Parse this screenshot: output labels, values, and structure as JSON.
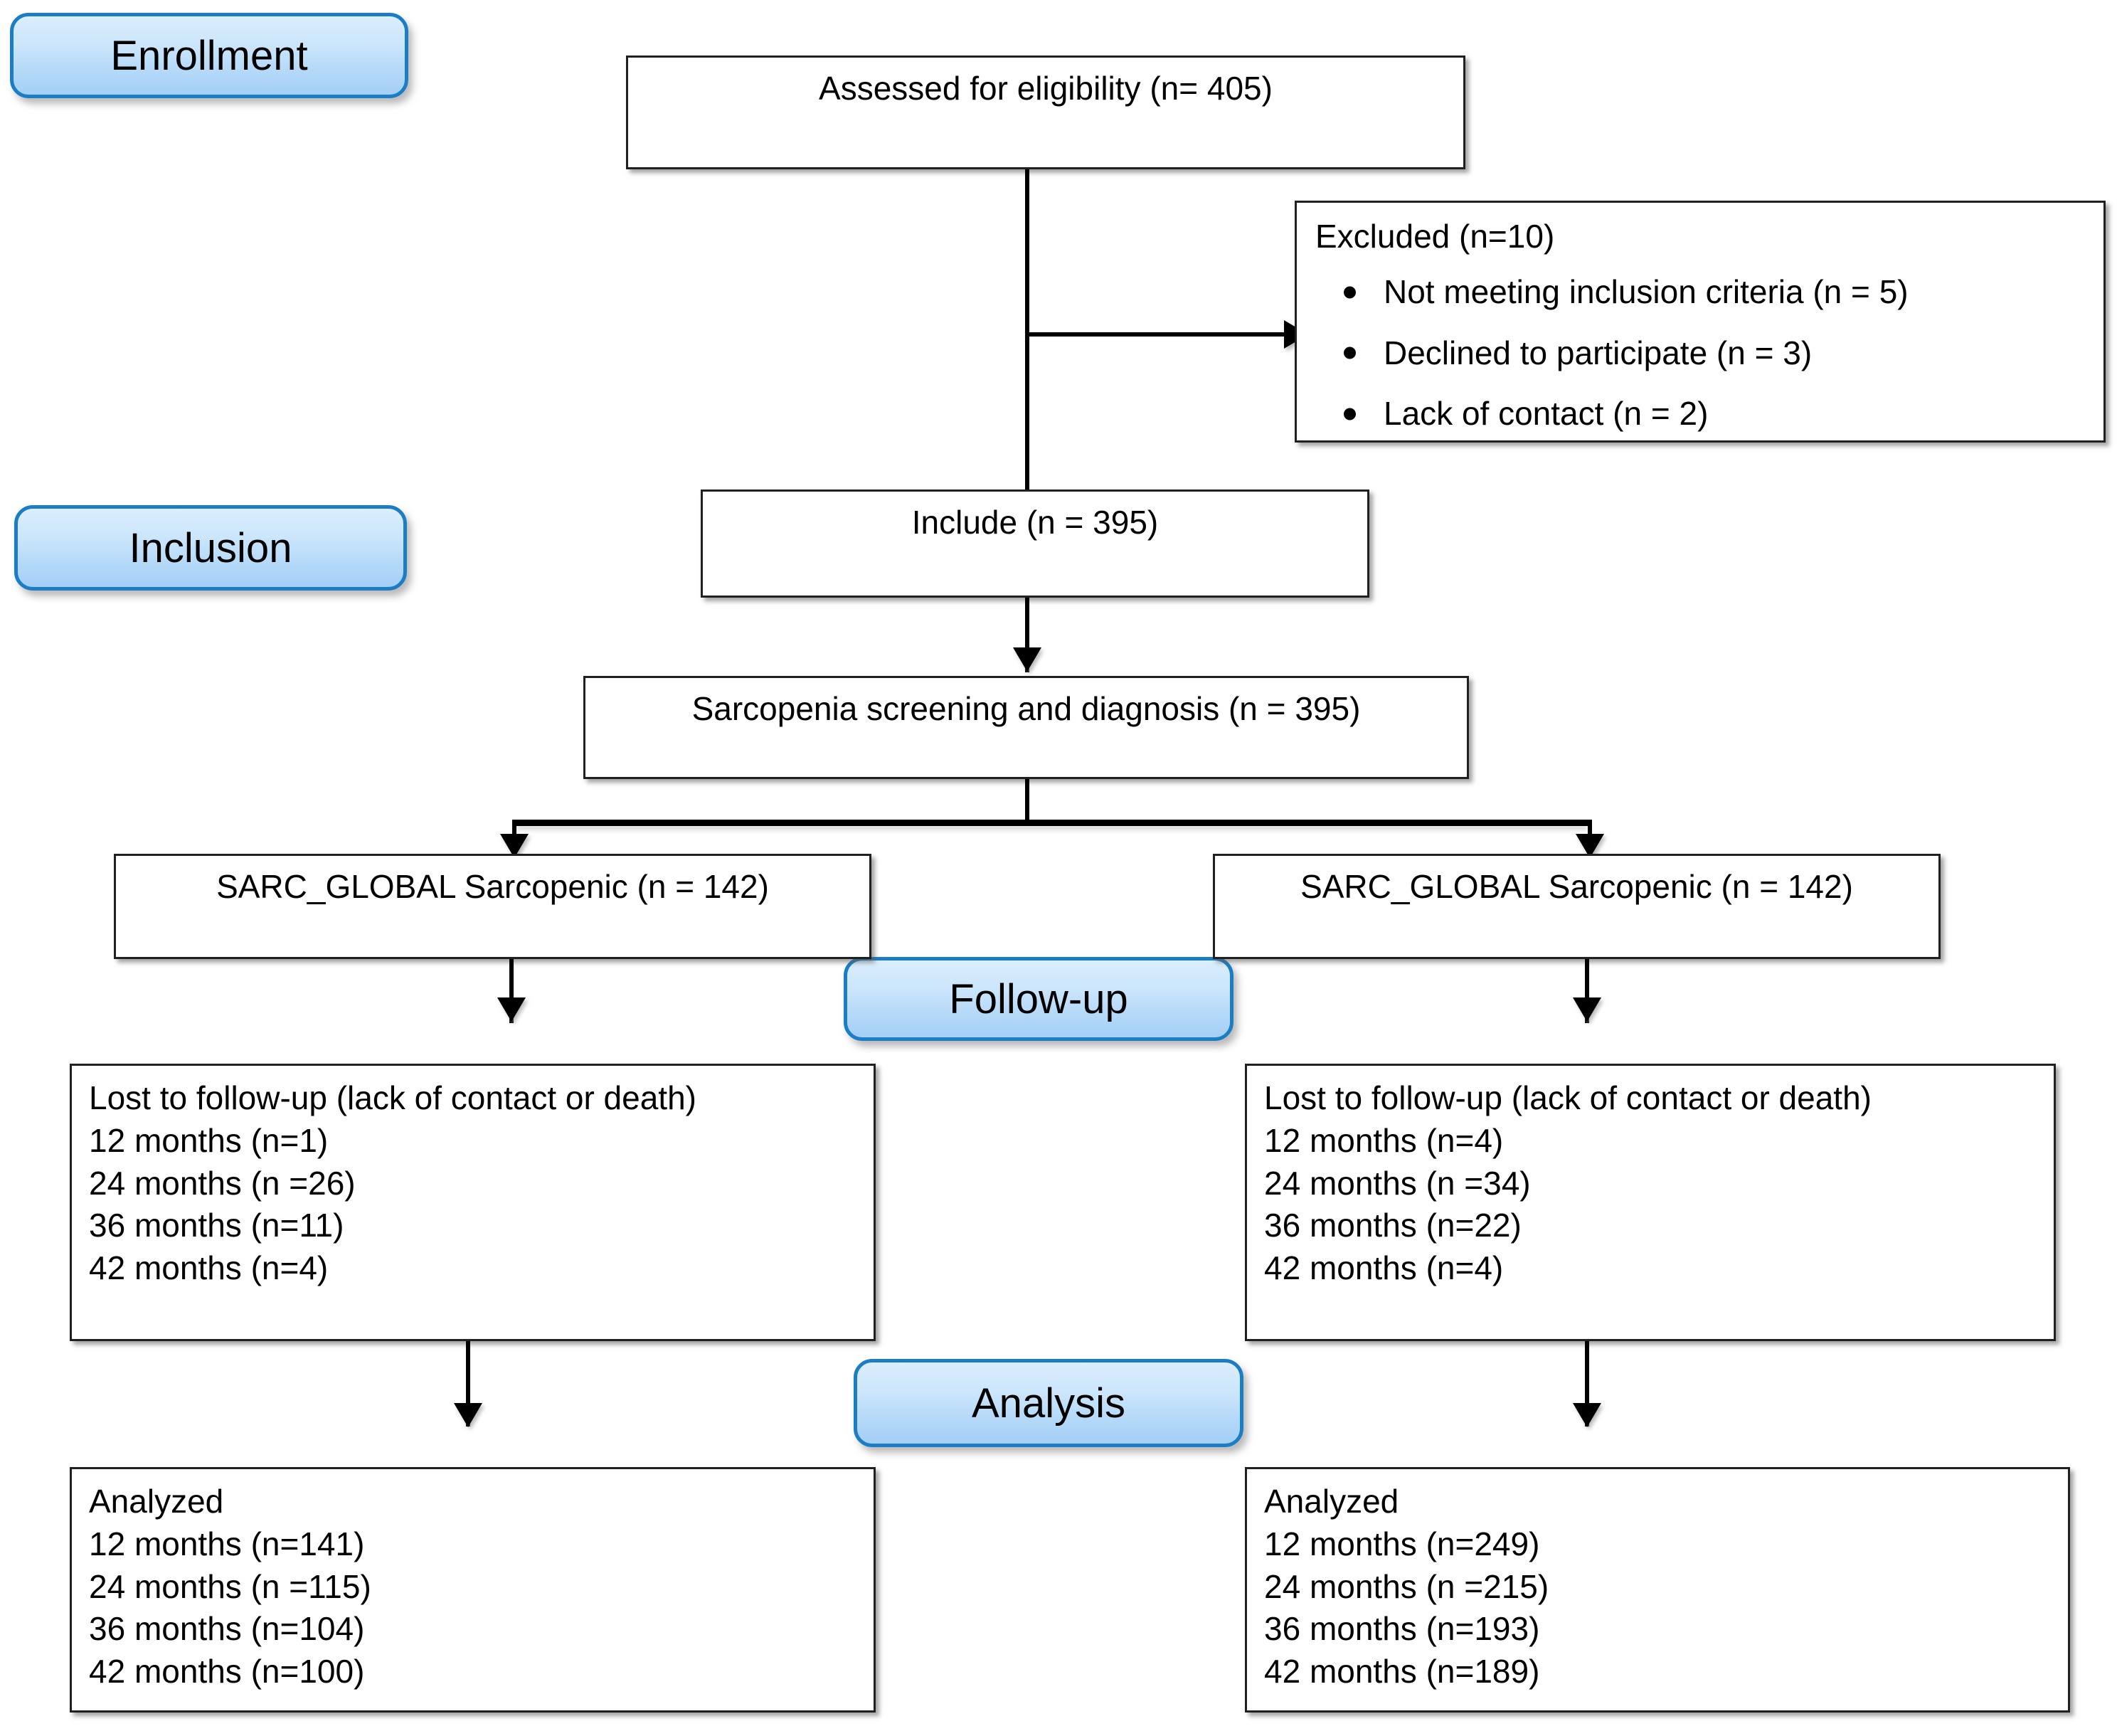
{
  "diagram": {
    "title": "CONSORT-style participant flow diagram",
    "accent_color": "#1b7ec4",
    "badge_gradient_top": "#dbeefc",
    "badge_gradient_bottom": "#a5cff7",
    "line_color": "#000000",
    "box_border_color": "#221f1f"
  },
  "stages": {
    "enrollment": "Enrollment",
    "inclusion": "Inclusion",
    "followup": "Follow-up",
    "analysis": "Analysis"
  },
  "nodes": {
    "assessed": {
      "text": "Assessed for eligibility (n= 405)"
    },
    "excluded": {
      "heading": "Excluded (n=10)",
      "items": [
        "Not meeting inclusion criteria (n = 5)",
        "Declined to participate (n = 3)",
        "Lack of contact (n = 2)"
      ]
    },
    "include": {
      "text": "Include (n = 395)"
    },
    "screening": {
      "text": "Sarcopenia screening and diagnosis (n = 395)"
    },
    "sarc_left": {
      "text": "SARC_GLOBAL Sarcopenic (n = 142)"
    },
    "sarc_right": {
      "text": "SARC_GLOBAL Sarcopenic (n = 142)"
    },
    "lost_left": {
      "heading": "Lost to follow-up (lack of contact or death)",
      "line1": "12 months (n=1)",
      "line2": "24 months (n =26)",
      "line3": "36 months (n=11)",
      "line4": "42 months (n=4)"
    },
    "lost_right": {
      "heading": "Lost to follow-up (lack of contact or death)",
      "line1": "12 months (n=4)",
      "line2": "24 months (n =34)",
      "line3": "36 months (n=22)",
      "line4": "42 months (n=4)"
    },
    "analyzed_left": {
      "heading": "Analyzed",
      "line1": "12 months (n=141)",
      "line2": "24 months (n =115)",
      "line3": "36 months (n=104)",
      "line4": "42 months (n=100)"
    },
    "analyzed_right": {
      "heading": "Analyzed",
      "line1": "12 months (n=249)",
      "line2": "24 months (n =215)",
      "line3": "36 months (n=193)",
      "line4": "42 months (n=189)"
    }
  }
}
